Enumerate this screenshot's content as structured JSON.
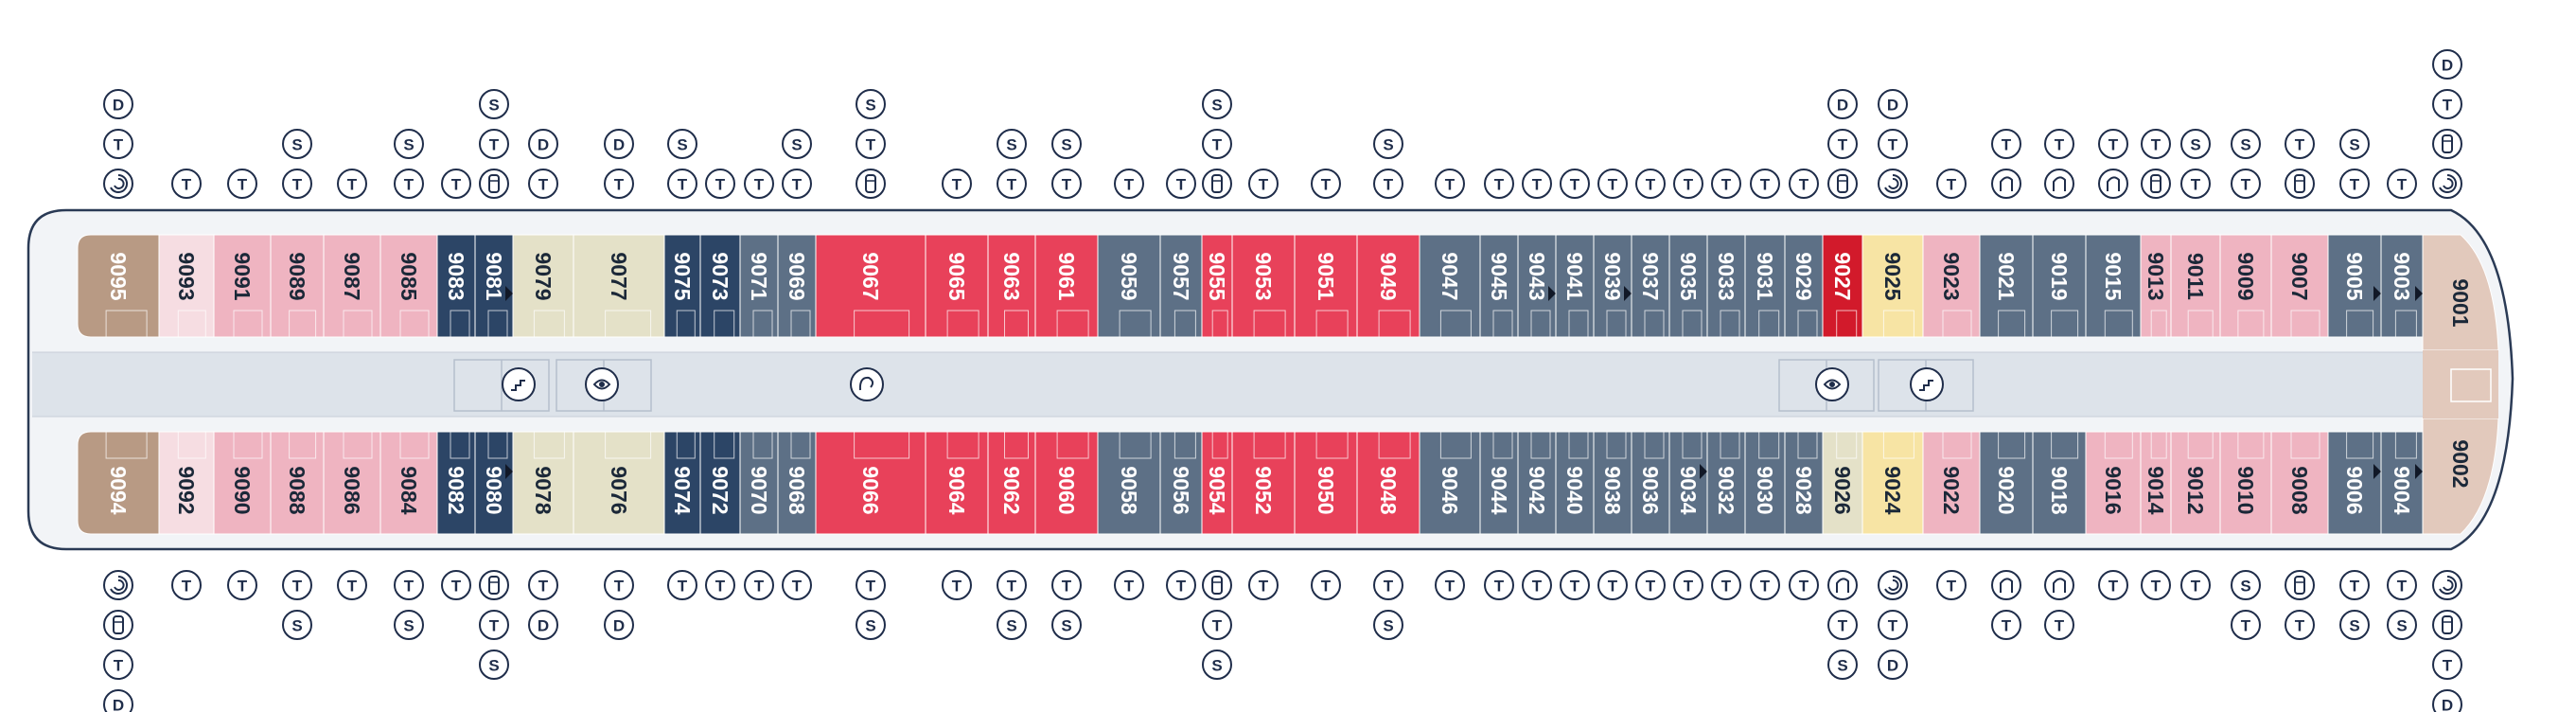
{
  "colors": {
    "hull_outline": "#2a3a55",
    "hull_fill": "#f2f4f7",
    "corridor": "#dde3ea",
    "legend_stroke": "#1f2d4a",
    "categories": {
      "suite_brown": "#b89a84",
      "light_pink": "#f6dde2",
      "pink": "#efb4c1",
      "navy": "#2c4566",
      "beige": "#e4e1c8",
      "slate": "#5d7086",
      "red": "#e8415a",
      "dark_red": "#d21a2b",
      "yellow": "#f7e4a4",
      "forward_suite": "#e2c9bc"
    }
  },
  "upper_cabins": [
    {
      "number": "9095",
      "cat": "suite_brown",
      "tl": [
        "D",
        "T",
        "shell"
      ]
    },
    {
      "number": "9093",
      "cat": "light_pink",
      "tl": [
        "T"
      ]
    },
    {
      "number": "9091",
      "cat": "pink",
      "tl": [
        "T"
      ]
    },
    {
      "number": "9089",
      "cat": "pink",
      "tl": [
        "S",
        "T"
      ]
    },
    {
      "number": "9087",
      "cat": "pink",
      "tl": [
        "T"
      ]
    },
    {
      "number": "9085",
      "cat": "pink",
      "tl": [
        "S",
        "T"
      ]
    },
    {
      "number": "9083",
      "cat": "navy",
      "tl": [
        "T"
      ]
    },
    {
      "number": "9081",
      "cat": "navy",
      "tl": [
        "S",
        "T",
        "bed"
      ]
    },
    {
      "number": "9079",
      "cat": "beige",
      "tl": [
        "D",
        "T"
      ]
    },
    {
      "number": "9077",
      "cat": "beige",
      "tl": [
        "D",
        "T"
      ]
    },
    {
      "number": "9075",
      "cat": "navy",
      "tl": [
        "S",
        "T"
      ]
    },
    {
      "number": "9073",
      "cat": "navy",
      "tl": [
        "T"
      ]
    },
    {
      "number": "9071",
      "cat": "slate",
      "tl": [
        "T"
      ]
    },
    {
      "number": "9069",
      "cat": "slate",
      "tl": [
        "S",
        "T"
      ]
    },
    {
      "number": "9067",
      "cat": "red",
      "tl": [
        "S",
        "T",
        "bed"
      ]
    },
    {
      "number": "9065",
      "cat": "red",
      "tl": [
        "T"
      ]
    },
    {
      "number": "9063",
      "cat": "red",
      "tl": [
        "S",
        "T"
      ]
    },
    {
      "number": "9061",
      "cat": "red",
      "tl": [
        "S",
        "T"
      ]
    },
    {
      "number": "9059",
      "cat": "slate",
      "tl": [
        "T"
      ]
    },
    {
      "number": "9057",
      "cat": "slate",
      "tl": [
        "T"
      ]
    },
    {
      "number": "9055",
      "cat": "red",
      "tl": [
        "S",
        "T",
        "bed"
      ]
    },
    {
      "number": "9053",
      "cat": "red",
      "tl": [
        "T"
      ]
    },
    {
      "number": "9051",
      "cat": "red",
      "tl": [
        "T"
      ]
    },
    {
      "number": "9049",
      "cat": "red",
      "tl": [
        "S",
        "T"
      ]
    },
    {
      "number": "9047",
      "cat": "slate",
      "tl": [
        "T"
      ]
    },
    {
      "number": "9045",
      "cat": "slate",
      "tl": [
        "T"
      ]
    },
    {
      "number": "9043",
      "cat": "slate",
      "tl": [
        "T"
      ]
    },
    {
      "number": "9041",
      "cat": "slate",
      "tl": [
        "T"
      ]
    },
    {
      "number": "9039",
      "cat": "slate",
      "tl": [
        "T"
      ]
    },
    {
      "number": "9037",
      "cat": "slate",
      "tl": [
        "T"
      ]
    },
    {
      "number": "9035",
      "cat": "slate",
      "tl": [
        "T"
      ]
    },
    {
      "number": "9033",
      "cat": "slate",
      "tl": [
        "T"
      ]
    },
    {
      "number": "9031",
      "cat": "slate",
      "tl": [
        "T"
      ]
    },
    {
      "number": "9029",
      "cat": "slate",
      "tl": [
        "T"
      ]
    },
    {
      "number": "9027",
      "cat": "dark_red",
      "tl": [
        "D",
        "T",
        "bed"
      ]
    },
    {
      "number": "9025",
      "cat": "yellow",
      "tl": [
        "D",
        "T",
        "shell"
      ]
    },
    {
      "number": "9023",
      "cat": "pink",
      "tl": [
        "T"
      ]
    },
    {
      "number": "9021",
      "cat": "slate",
      "tl": [
        "T",
        "wc"
      ]
    },
    {
      "number": "9019",
      "cat": "slate",
      "tl": [
        "T",
        "wc"
      ]
    },
    {
      "number": "9015",
      "cat": "slate",
      "tl": [
        "T",
        "wc"
      ]
    },
    {
      "number": "9013",
      "cat": "pink",
      "tl": [
        "T",
        "bed"
      ]
    },
    {
      "number": "9011",
      "cat": "pink",
      "tl": [
        "S",
        "T"
      ]
    },
    {
      "number": "9009",
      "cat": "pink",
      "tl": [
        "S",
        "T"
      ]
    },
    {
      "number": "9007",
      "cat": "pink",
      "tl": [
        "T",
        "bed"
      ]
    },
    {
      "number": "9005",
      "cat": "slate",
      "tl": [
        "S",
        "T"
      ]
    },
    {
      "number": "9003",
      "cat": "slate",
      "tl": [
        "T"
      ]
    }
  ],
  "lower_cabins": [
    {
      "number": "9094",
      "cat": "suite_brown",
      "tl": [
        "shell",
        "bed",
        "T",
        "D"
      ]
    },
    {
      "number": "9092",
      "cat": "light_pink",
      "tl": [
        "T"
      ]
    },
    {
      "number": "9090",
      "cat": "pink",
      "tl": [
        "T"
      ]
    },
    {
      "number": "9088",
      "cat": "pink",
      "tl": [
        "T",
        "S"
      ]
    },
    {
      "number": "9086",
      "cat": "pink",
      "tl": [
        "T"
      ]
    },
    {
      "number": "9084",
      "cat": "pink",
      "tl": [
        "T",
        "S"
      ]
    },
    {
      "number": "9082",
      "cat": "navy",
      "tl": [
        "T"
      ]
    },
    {
      "number": "9080",
      "cat": "navy",
      "tl": [
        "bed",
        "T",
        "S"
      ]
    },
    {
      "number": "9078",
      "cat": "beige",
      "tl": [
        "T",
        "D"
      ]
    },
    {
      "number": "9076",
      "cat": "beige",
      "tl": [
        "T",
        "D"
      ]
    },
    {
      "number": "9074",
      "cat": "navy",
      "tl": [
        "T"
      ]
    },
    {
      "number": "9072",
      "cat": "navy",
      "tl": [
        "T"
      ]
    },
    {
      "number": "9070",
      "cat": "slate",
      "tl": [
        "T"
      ]
    },
    {
      "number": "9068",
      "cat": "slate",
      "tl": [
        "T"
      ]
    },
    {
      "number": "9066",
      "cat": "red",
      "tl": [
        "T",
        "S"
      ]
    },
    {
      "number": "9064",
      "cat": "red",
      "tl": [
        "T"
      ]
    },
    {
      "number": "9062",
      "cat": "red",
      "tl": [
        "T",
        "S"
      ]
    },
    {
      "number": "9060",
      "cat": "red",
      "tl": [
        "T",
        "S"
      ]
    },
    {
      "number": "9058",
      "cat": "slate",
      "tl": [
        "T"
      ]
    },
    {
      "number": "9056",
      "cat": "slate",
      "tl": [
        "T"
      ]
    },
    {
      "number": "9054",
      "cat": "red",
      "tl": [
        "bed",
        "T",
        "S"
      ]
    },
    {
      "number": "9052",
      "cat": "red",
      "tl": [
        "T"
      ]
    },
    {
      "number": "9050",
      "cat": "red",
      "tl": [
        "T"
      ]
    },
    {
      "number": "9048",
      "cat": "red",
      "tl": [
        "T",
        "S"
      ]
    },
    {
      "number": "9046",
      "cat": "slate",
      "tl": [
        "T"
      ]
    },
    {
      "number": "9044",
      "cat": "slate",
      "tl": [
        "T"
      ]
    },
    {
      "number": "9042",
      "cat": "slate",
      "tl": [
        "T"
      ]
    },
    {
      "number": "9040",
      "cat": "slate",
      "tl": [
        "T"
      ]
    },
    {
      "number": "9038",
      "cat": "slate",
      "tl": [
        "T"
      ]
    },
    {
      "number": "9036",
      "cat": "slate",
      "tl": [
        "T"
      ]
    },
    {
      "number": "9034",
      "cat": "slate",
      "tl": [
        "T"
      ]
    },
    {
      "number": "9032",
      "cat": "slate",
      "tl": [
        "T"
      ]
    },
    {
      "number": "9030",
      "cat": "slate",
      "tl": [
        "T"
      ]
    },
    {
      "number": "9028",
      "cat": "slate",
      "tl": [
        "T"
      ]
    },
    {
      "number": "9026",
      "cat": "beige",
      "tl": [
        "wc",
        "T",
        "S"
      ]
    },
    {
      "number": "9024",
      "cat": "yellow",
      "tl": [
        "shell",
        "T",
        "D"
      ]
    },
    {
      "number": "9022",
      "cat": "pink",
      "tl": [
        "T"
      ]
    },
    {
      "number": "9020",
      "cat": "slate",
      "tl": [
        "wc",
        "T"
      ]
    },
    {
      "number": "9018",
      "cat": "slate",
      "tl": [
        "wc",
        "T"
      ]
    },
    {
      "number": "9016",
      "cat": "pink",
      "tl": [
        "T"
      ]
    },
    {
      "number": "9014",
      "cat": "pink",
      "tl": [
        "T"
      ]
    },
    {
      "number": "9012",
      "cat": "pink",
      "tl": [
        "T"
      ]
    },
    {
      "number": "9010",
      "cat": "pink",
      "tl": [
        "S",
        "T"
      ]
    },
    {
      "number": "9008",
      "cat": "pink",
      "tl": [
        "bed",
        "T"
      ]
    },
    {
      "number": "9006",
      "cat": "slate",
      "tl": [
        "T",
        "S"
      ]
    },
    {
      "number": "9004",
      "cat": "slate",
      "tl": [
        "T",
        "S"
      ]
    }
  ],
  "forward_cabins": [
    {
      "number": "9001",
      "tl": [
        "D",
        "T",
        "bed",
        "shell"
      ]
    },
    {
      "number": "9002",
      "tl": [
        "shell",
        "bed",
        "T",
        "D"
      ]
    }
  ],
  "legend_letters": {
    "T": "T",
    "S": "S",
    "D": "D"
  }
}
